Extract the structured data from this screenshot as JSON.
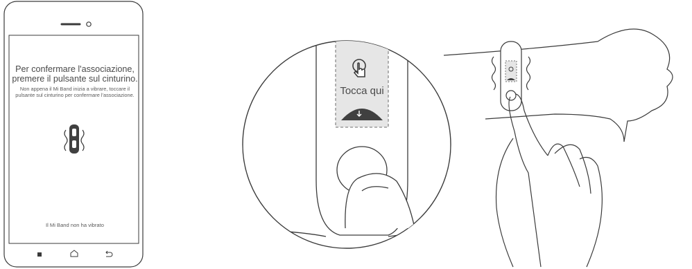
{
  "phone": {
    "title": "Per confermare l'associazione, premere il pulsante sul cinturino.",
    "body": "Non appena il Mi Band inizia a vibrare, toccare il pulsante sul cinturino per confermare l'associazione.",
    "footer": "Il Mi Band non ha vibrato",
    "nav_icons": [
      "recent-apps-icon",
      "home-icon",
      "back-icon"
    ]
  },
  "band_screen": {
    "label": "Tocca qui",
    "icons": [
      "touch-hand-icon",
      "arrow-down-icon"
    ]
  },
  "colors": {
    "line": "#3a3a3a",
    "screen_bg": "#e6e6e6",
    "dashed_border": "#8a8a8a",
    "button_fill": "#404040"
  }
}
